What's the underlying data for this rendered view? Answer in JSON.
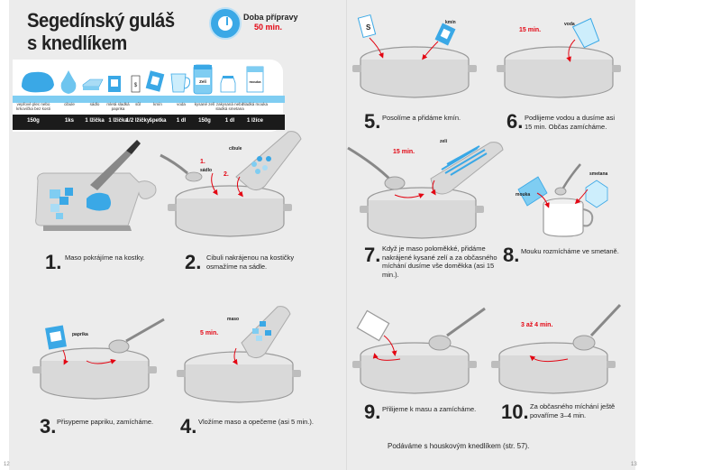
{
  "recipe": {
    "title_line1": "Segedínský guláš",
    "title_line2": "s knedlíkem"
  },
  "prep": {
    "label": "Doba přípravy",
    "value": "50 min."
  },
  "ingredients": [
    {
      "name": "vepřové plec nebo krkovička bez kosti",
      "amount": "150g",
      "icon": "meat-icon"
    },
    {
      "name": "cibule",
      "amount": "1ks",
      "icon": "onion-icon"
    },
    {
      "name": "sádlo",
      "amount": "1 lžička",
      "icon": "lard-icon"
    },
    {
      "name": "mletá sladká paprika",
      "amount": "1 lžička",
      "icon": "paprika-icon"
    },
    {
      "name": "sůl",
      "amount": "1/2 lžičky",
      "icon": "salt-icon"
    },
    {
      "name": "kmín",
      "amount": "špetka",
      "icon": "caraway-icon"
    },
    {
      "name": "voda",
      "amount": "1 dl",
      "icon": "water-icon"
    },
    {
      "name": "kysané zelí",
      "amount": "150g",
      "icon": "sauerkraut-icon"
    },
    {
      "name": "zakysaná nebo sladká smetana",
      "amount": "1 dl",
      "icon": "cream-icon"
    },
    {
      "name": "hladká mouka",
      "amount": "1 lžíce",
      "icon": "flour-icon"
    }
  ],
  "labels": {
    "cibule": "cibule",
    "sadlo": "sádlo",
    "one": "1.",
    "two": "2.",
    "paprika": "paprika",
    "maso": "maso",
    "five_min": "5 min.",
    "kmin": "kmín",
    "salt_s": "S",
    "min15": "15 min.",
    "voda": "voda",
    "zeli": "zelí",
    "min15b": "15 min.",
    "smetana": "smetana",
    "mouka": "mouka",
    "min34": "3 až 4 min.",
    "sauer_word": "Zelí",
    "flour_word": "mouka"
  },
  "steps": [
    {
      "num": "1.",
      "text": "Maso pokrájíme na kostky."
    },
    {
      "num": "2.",
      "text": "Cibuli nakrájenou na kostičky osmažíme na sádle."
    },
    {
      "num": "3.",
      "text": "Přisypeme papriku, zamícháme."
    },
    {
      "num": "4.",
      "text": "Vložíme maso a opečeme (asi 5 min.)."
    },
    {
      "num": "5.",
      "text": "Posolíme a přidáme kmín."
    },
    {
      "num": "6.",
      "text": "Podlijeme vodou a dusíme asi 15 min. Občas zamícháme."
    },
    {
      "num": "7.",
      "text": "Když je maso poloměkké, přidáme nakrájené kysané zelí a za občasného míchání dusíme vše doměkka (asi 15 min.)."
    },
    {
      "num": "8.",
      "text": "Mouku rozmícháme ve smetaně."
    },
    {
      "num": "9.",
      "text": "Přilijeme k masu a zamícháme."
    },
    {
      "num": "10.",
      "text": "Za občasného míchání ještě povaříme 3–4 min."
    }
  ],
  "serving": "Podáváme s houskovým knedlíkem (str. 57).",
  "pages": {
    "left": "12",
    "right": "13"
  },
  "colors": {
    "accent_red": "#e30613",
    "accent_blue": "#3aa8e6",
    "light_blue": "#7fcdf2",
    "pot_gray": "#d9d9d9"
  }
}
